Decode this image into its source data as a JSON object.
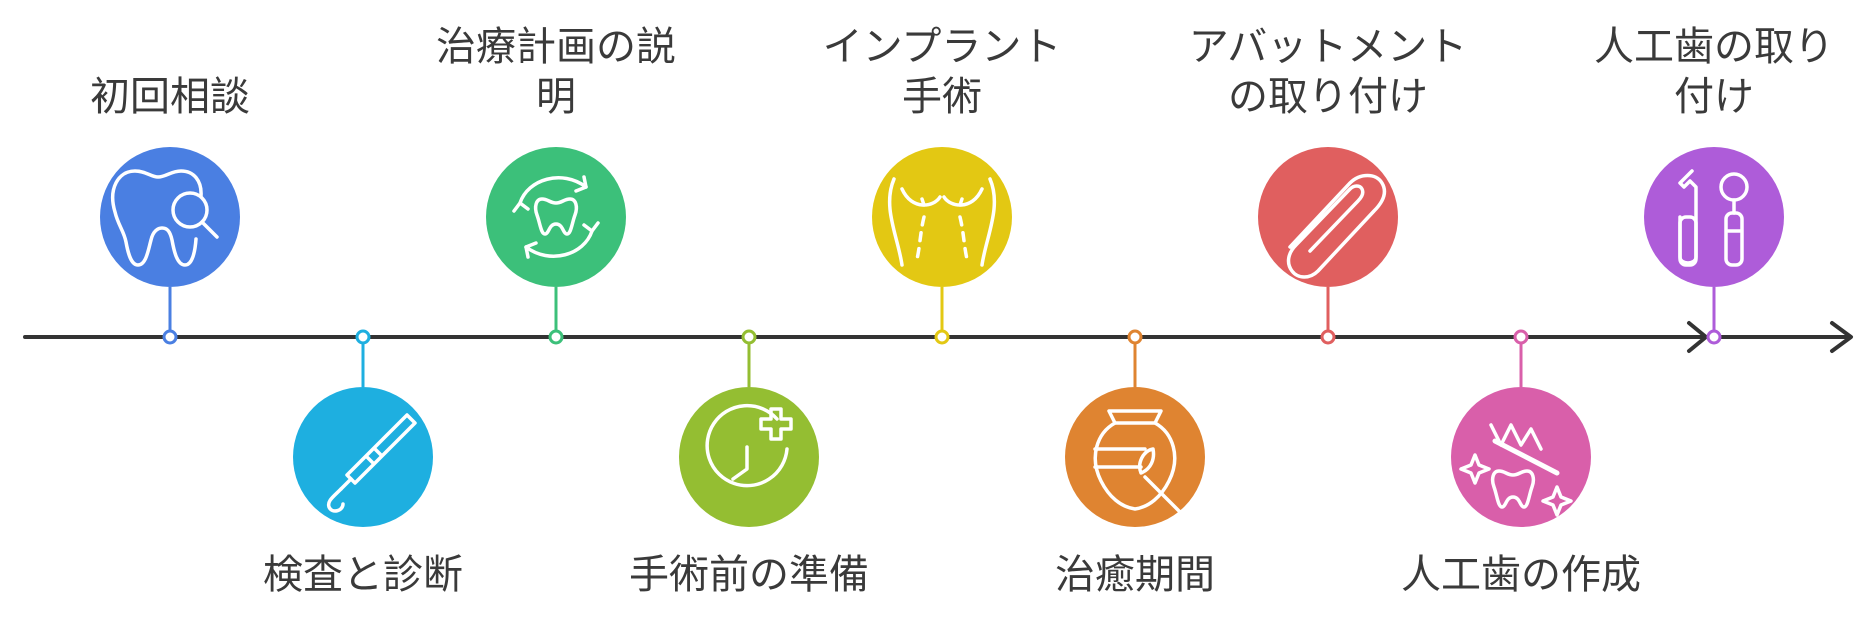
{
  "timeline": {
    "axis_color": "#333333",
    "steps": [
      {
        "label": "初回相談",
        "color": "#4A7FE2",
        "icon": "tooth-search-icon",
        "side": "top"
      },
      {
        "label": "検査と診断",
        "color": "#1EAFE0",
        "icon": "dental-probe-icon",
        "side": "bottom"
      },
      {
        "label": "治療計画の説\n明",
        "color": "#3CC07A",
        "icon": "tooth-cycle-icon",
        "side": "top"
      },
      {
        "label": "手術前の準備",
        "color": "#94BE32",
        "icon": "clock-plus-icon",
        "side": "bottom"
      },
      {
        "label": "インプラント\n手術",
        "color": "#E3C813",
        "icon": "torso-incision-icon",
        "side": "top"
      },
      {
        "label": "治癒期間",
        "color": "#DF8431",
        "icon": "vase-brush-icon",
        "side": "bottom"
      },
      {
        "label": "アバットメント\nの取り付け",
        "color": "#E05F5F",
        "icon": "paperclip-icon",
        "side": "top"
      },
      {
        "label": "人工歯の作成",
        "color": "#D95FAA",
        "icon": "toothbrush-sparkle-icon",
        "side": "bottom"
      },
      {
        "label": "人工歯の取り\n付け",
        "color": "#AE5CD9",
        "icon": "dental-mirror-icon",
        "side": "top"
      }
    ]
  }
}
